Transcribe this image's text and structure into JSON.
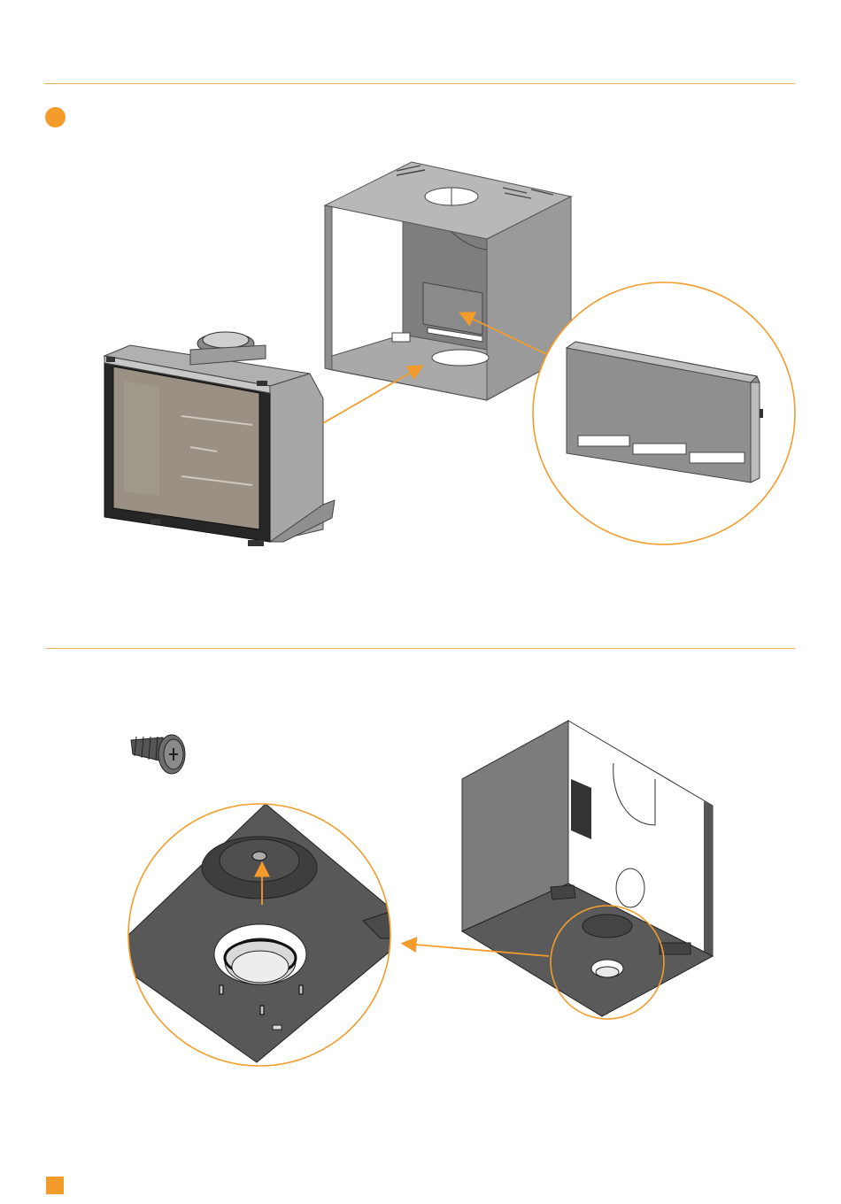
{
  "colors": {
    "accent": "#f39c2b",
    "metal_light": "#b9b9b9",
    "metal_mid": "#8e8e8e",
    "metal_dark": "#5b5b5b",
    "glass": "#9a9184",
    "frame": "#262626"
  },
  "sections": [
    {
      "name": "step-1-mount-stove-in-housing",
      "marker": "orange-circle"
    },
    {
      "name": "step-2-attach-air-inlet",
      "marker": "none"
    }
  ],
  "footer": {
    "marker": "orange-square"
  }
}
